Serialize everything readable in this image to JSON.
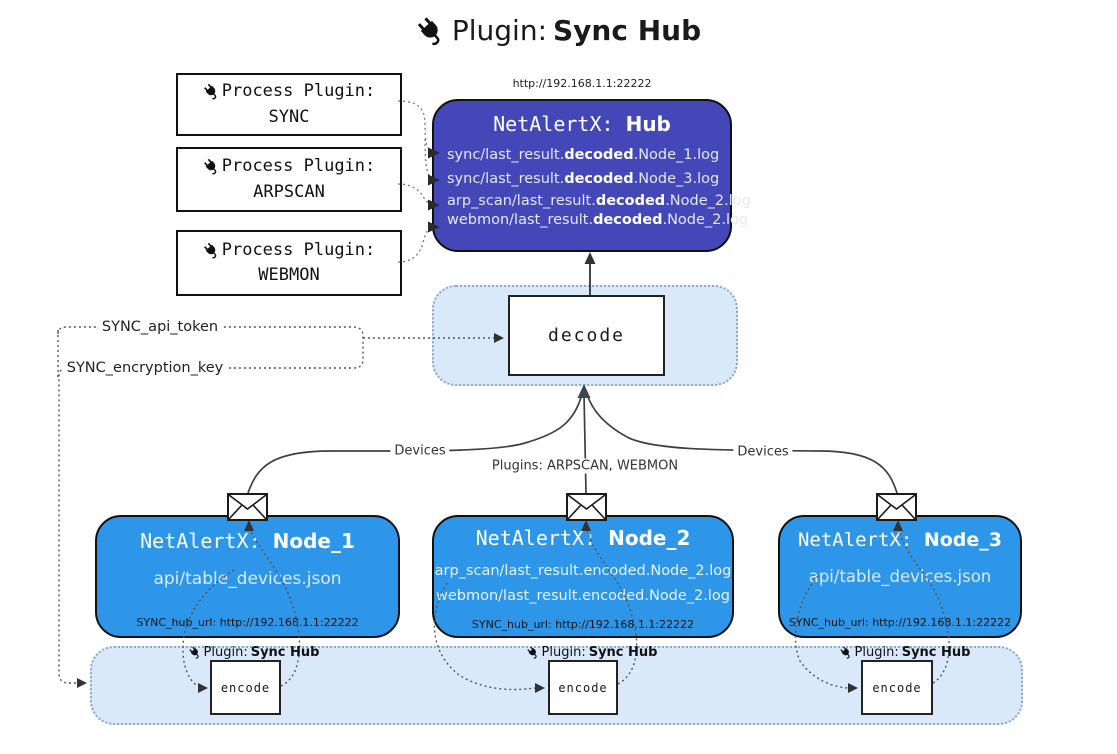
{
  "title": {
    "label": "Plugin:",
    "name": "Sync Hub"
  },
  "hub": {
    "url": "http://192.168.1.1:22222",
    "title_label": "NetAlertX:",
    "title_name": "Hub",
    "logs": [
      {
        "pre": "sync/last_result.",
        "bold": "decoded",
        "post": ".Node_1.log"
      },
      {
        "pre": "sync/last_result.",
        "bold": "decoded",
        "post": ".Node_3.log"
      },
      {
        "pre": "arp_scan/last_result.",
        "bold": "decoded",
        "post": ".Node_2.log"
      },
      {
        "pre": "webmon/last_result.",
        "bold": "decoded",
        "post": ".Node_2.log"
      }
    ]
  },
  "process_plugins": [
    {
      "label": "Process Plugin:",
      "name": "SYNC"
    },
    {
      "label": "Process Plugin:",
      "name": "ARPSCAN"
    },
    {
      "label": "Process Plugin:",
      "name": "WEBMON"
    }
  ],
  "decode_label": "decode",
  "encode_label": "encode",
  "sync_plugin_label": {
    "label": "Plugin:",
    "name": "Sync Hub"
  },
  "config": {
    "api_token": "SYNC_api_token",
    "encryption_key": "SYNC_encryption_key"
  },
  "edge_labels": {
    "devices_left": "Devices",
    "devices_right": "Devices",
    "plugins": "Plugins: ARPSCAN, WEBMON"
  },
  "nodes": [
    {
      "title_label": "NetAlertX:",
      "title_name": "Node_1",
      "files": [
        "api/table_devices.json"
      ],
      "hub_url": "SYNC_hub_url: http://192.168.1.1:22222"
    },
    {
      "title_label": "NetAlertX:",
      "title_name": "Node_2",
      "files": [
        "arp_scan/last_result.encoded.Node_2.log",
        "webmon/last_result.encoded.Node_2.log"
      ],
      "hub_url": "SYNC_hub_url: http://192.168.1.1:22222"
    },
    {
      "title_label": "NetAlertX:",
      "title_name": "Node_3",
      "files": [
        "api/table_devices.json"
      ],
      "hub_url": "SYNC_hub_url: http://192.168.1.1:22222"
    }
  ],
  "colors": {
    "hub_bg": "#4347b8",
    "node_bg": "#2e96e8",
    "container_bg": "#d9e9f9",
    "container_border": "#8fa9c4"
  }
}
